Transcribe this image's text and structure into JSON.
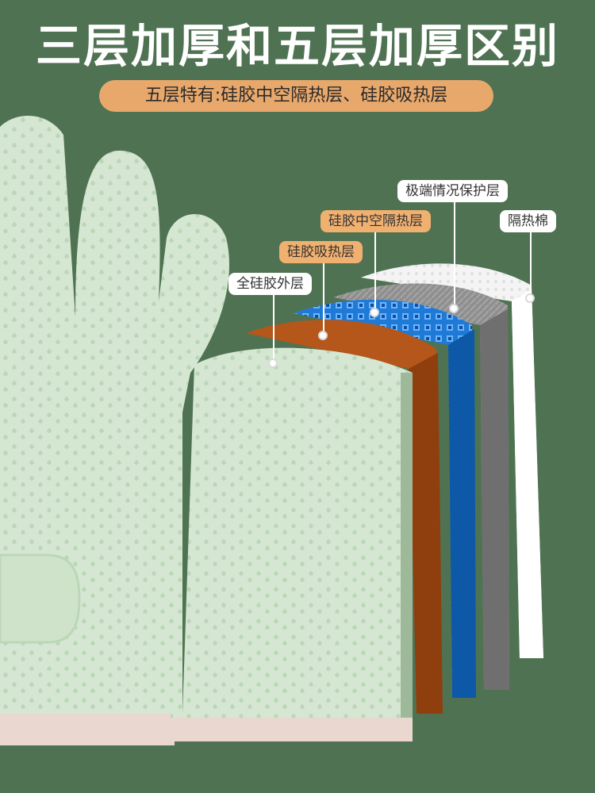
{
  "title": "三层加厚和五层加厚区别",
  "subtitle": "五层特有:硅胶中空隔热层、硅胶吸热层",
  "layers": [
    {
      "label": "全硅胶外层",
      "tag_style": "white"
    },
    {
      "label": "硅胶吸热层",
      "tag_style": "orange"
    },
    {
      "label": "硅胶中空隔热层",
      "tag_style": "orange"
    },
    {
      "label": "极端情况保护层",
      "tag_style": "white"
    },
    {
      "label": "隔热棉",
      "tag_style": "white"
    }
  ],
  "colors": {
    "background": "#4f7352",
    "glove": "#d7e8d4",
    "outer_layer": "#cfe2cc",
    "absorb_layer": "#b5561a",
    "hollow_layer": "#1f7ad6",
    "protect_layer": "#8a8a8a",
    "cotton_layer": "#f2f2f2",
    "pill": "#e8a86c"
  }
}
